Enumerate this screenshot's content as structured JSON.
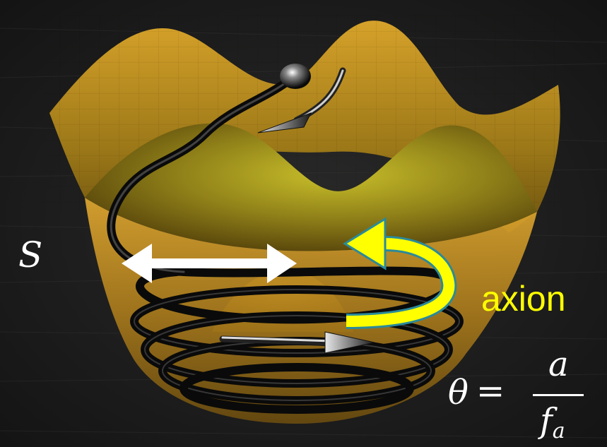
{
  "labels": {
    "radial_field": "S",
    "axion": "axion"
  },
  "equation": {
    "lhs": "θ",
    "equals": "=",
    "numerator": "a",
    "denominator_base": "f",
    "denominator_subscript": "a"
  },
  "colors": {
    "background": "#1b1b1b",
    "potential_surface": "#c8961e",
    "axion_arrow": "#ffff00",
    "radial_arrow": "#ffffff",
    "trajectory": "#111111"
  }
}
